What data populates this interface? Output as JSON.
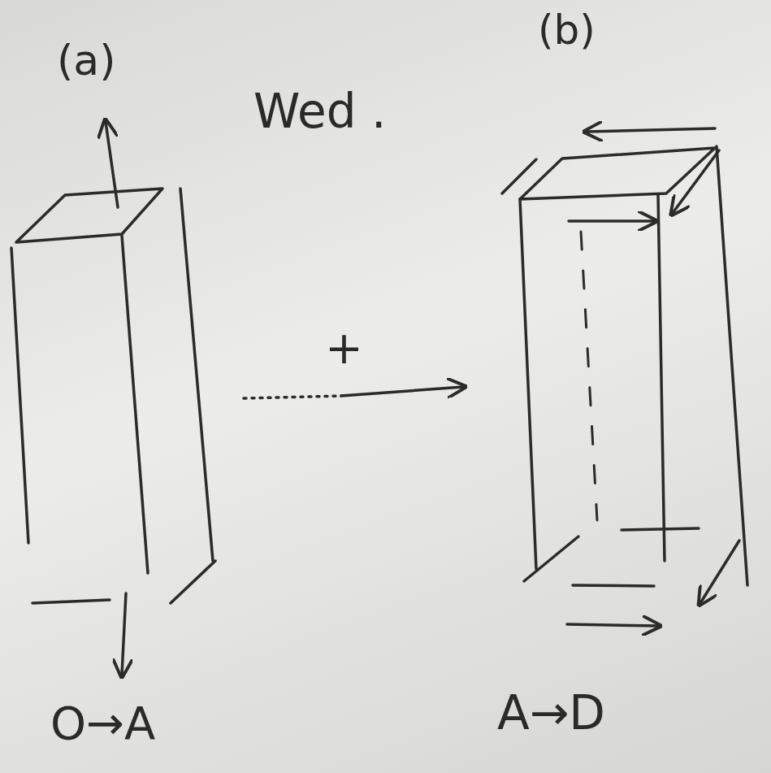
{
  "diagram": {
    "labels": [
      "(a)",
      "Wed .",
      "(b)",
      "+",
      "O→A",
      "A→D"
    ]
  }
}
